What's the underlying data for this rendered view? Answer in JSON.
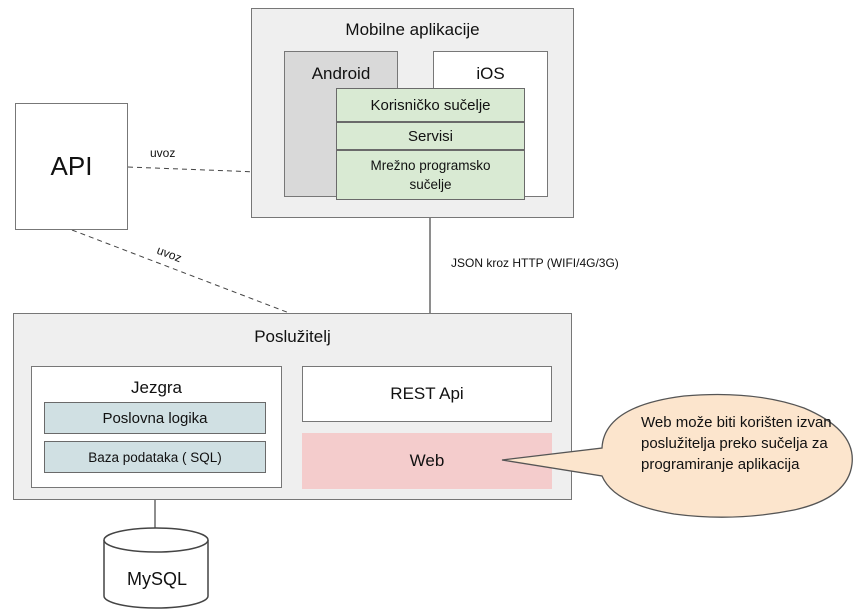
{
  "mobile": {
    "title": "Mobilne aplikacije",
    "android": "Android",
    "ios": "iOS",
    "layers": [
      "Korisničko sučelje",
      "Servisi",
      "Mrežno programsko sučelje"
    ]
  },
  "api_box": {
    "label": "API"
  },
  "connectors": {
    "uvoz_top": "uvoz",
    "uvoz_diagonal": "uvoz",
    "json_http": "JSON kroz HTTP (WIFI/4G/3G)"
  },
  "server": {
    "title": "Poslužitelj",
    "core": {
      "title": "Jezgra",
      "business_logic": "Poslovna logika",
      "database": "Baza podataka ( SQL)"
    },
    "rest": "REST Api",
    "web": "Web"
  },
  "database_cylinder": {
    "label": "MySQL"
  },
  "callout": {
    "text": "Web može biti korišten izvan poslužitelja preko sučelja za programiranje aplikacija"
  },
  "colors": {
    "panel": "#efefef",
    "green_layer": "#d9ead3",
    "blue_layer": "#d0e0e3",
    "web_pink": "#f4cccc",
    "callout_fill": "#fce5cd"
  }
}
